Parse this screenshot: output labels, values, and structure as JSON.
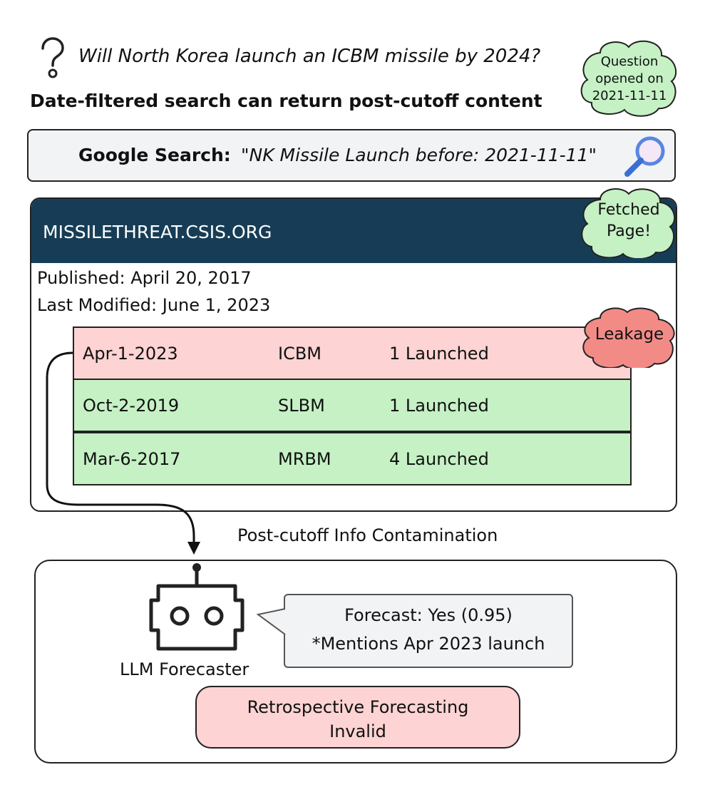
{
  "question": {
    "text": "Will North Korea launch an ICBM missile by 2024?",
    "opened_badge": [
      "Question",
      "opened on",
      "2021-11-11"
    ]
  },
  "subtitle": "Date-filtered search can return post-cutoff content",
  "search": {
    "label": "Google Search:",
    "query": "\"NK Missile Launch before: 2021-11-11\""
  },
  "page": {
    "site": "MISSILETHREAT.CSIS.ORG",
    "fetched_badge": [
      "Fetched",
      "Page!"
    ],
    "published": "Published: April 20, 2017",
    "modified": "Last Modified: June 1, 2023",
    "leakage_badge": "Leakage",
    "rows": [
      {
        "date": "Apr-1-2023",
        "type": "ICBM",
        "count": "1 Launched",
        "status": "leak"
      },
      {
        "date": "Oct-2-2019",
        "type": "SLBM",
        "count": "1 Launched",
        "status": "ok"
      },
      {
        "date": "Mar-6-2017",
        "type": "MRBM",
        "count": "4 Launched",
        "status": "ok"
      }
    ]
  },
  "contamination_label": "Post-cutoff Info Contamination",
  "forecaster": {
    "label": "LLM Forecaster",
    "forecast": "Forecast: Yes (0.95)",
    "note": "*Mentions Apr 2023 launch"
  },
  "verdict": [
    "Retrospective Forecasting",
    "Invalid"
  ],
  "colors": {
    "header": "#173d56",
    "leak_row": "#fdd3d3",
    "ok_row": "#c5f1c5",
    "green_cloud": "#c5f1c5",
    "red_cloud": "#f28b86",
    "search_bg": "#f2f3f5"
  },
  "icons": [
    "question-mark-icon",
    "magnifier-icon",
    "robot-icon"
  ]
}
